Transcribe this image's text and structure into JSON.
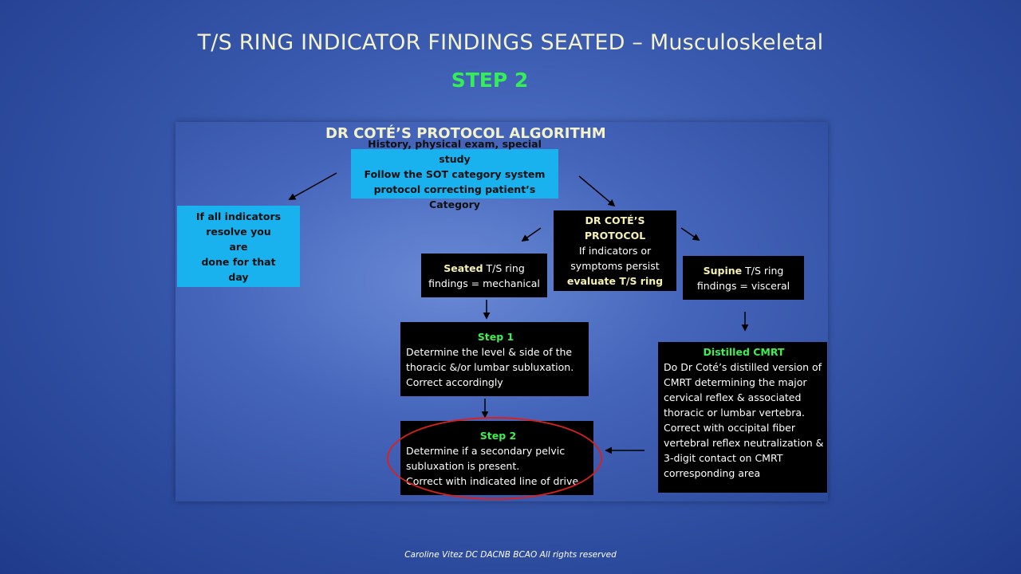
{
  "slide": {
    "title": "T/S RING INDICATOR FINDINGS SEATED – Musculoskeletal",
    "subtitle": "STEP 2",
    "footer": "Caroline Vitez DC DACNB BCAO All rights reserved"
  },
  "diagram": {
    "title": "DR COTÉ’S PROTOCOL ALGORITHM",
    "history_box": {
      "lines": [
        "History, physical exam, special study",
        "Follow the SOT category system",
        "protocol correcting patient’s Category"
      ]
    },
    "resolve_box": {
      "lines": [
        "If all indicators",
        "resolve you",
        "are",
        "done for that",
        "day"
      ]
    },
    "protocol_box": {
      "heading": "DR COTÉ’S PROTOCOL",
      "lines": [
        "If indicators or",
        "symptoms persist"
      ],
      "emphasis": "evaluate T/S ring"
    },
    "seated_box": {
      "bold": "Seated",
      "text1": " T/S ring",
      "text2": "findings  = mechanical"
    },
    "supine_box": {
      "bold": "Supine",
      "text1": " T/S ring",
      "text2": "findings = visceral"
    },
    "step1_box": {
      "heading": "Step 1",
      "lines": [
        "Determine the level & side of the",
        "thoracic &/or lumbar subluxation.",
        "Correct accordingly"
      ]
    },
    "step2_box": {
      "heading": "Step 2",
      "lines": [
        "Determine if a secondary pelvic",
        "subluxation is present.",
        "Correct with indicated line of drive"
      ]
    },
    "cmrt_box": {
      "heading": "Distilled CMRT",
      "lines": [
        "Do Dr Coté’s distilled version of",
        "CMRT determining the major",
        "cervical reflex & associated",
        "thoracic or lumbar vertebra.",
        "Correct with occipital fiber",
        "vertebral reflex neutralization &",
        "3-digit contact on CMRT",
        "corresponding area"
      ]
    },
    "colors": {
      "cyan_box": "#19b2ef",
      "black_box": "#000000",
      "green_text": "#3cf050",
      "highlight_ring": "#d92020"
    }
  }
}
